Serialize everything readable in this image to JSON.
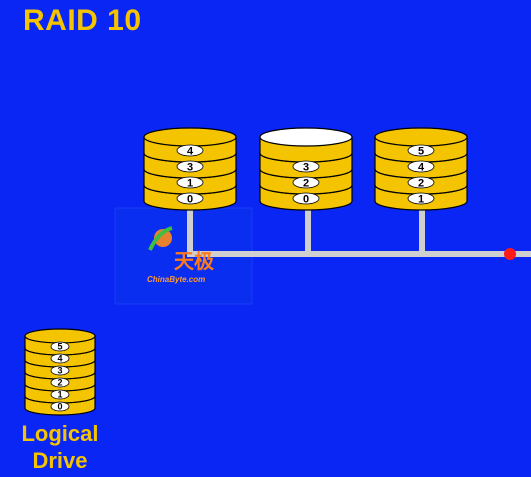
{
  "title": "RAID 10",
  "colors": {
    "background": "#0a26f5",
    "disk_fill": "#f5c400",
    "disk_stroke": "#000000",
    "empty_top": "#ffffff",
    "bus": "#cfcfcf",
    "terminator": "#ff1a1a",
    "title_text": "#f5c400"
  },
  "disks": [
    {
      "name": "disk-1",
      "blocks": [
        "4",
        "3",
        "1",
        "0"
      ],
      "top_empty": false
    },
    {
      "name": "disk-2",
      "blocks": [
        "",
        "3",
        "2",
        "0"
      ],
      "top_empty": true
    },
    {
      "name": "disk-3",
      "blocks": [
        "5",
        "4",
        "2",
        "1"
      ],
      "top_empty": false
    }
  ],
  "logical_drive": {
    "blocks": [
      "5",
      "4",
      "3",
      "2",
      "1",
      "0"
    ],
    "label_line1": "Logical",
    "label_line2": "Drive"
  },
  "watermark": {
    "text": "天极",
    "subtext": "ChinaByte.com"
  }
}
